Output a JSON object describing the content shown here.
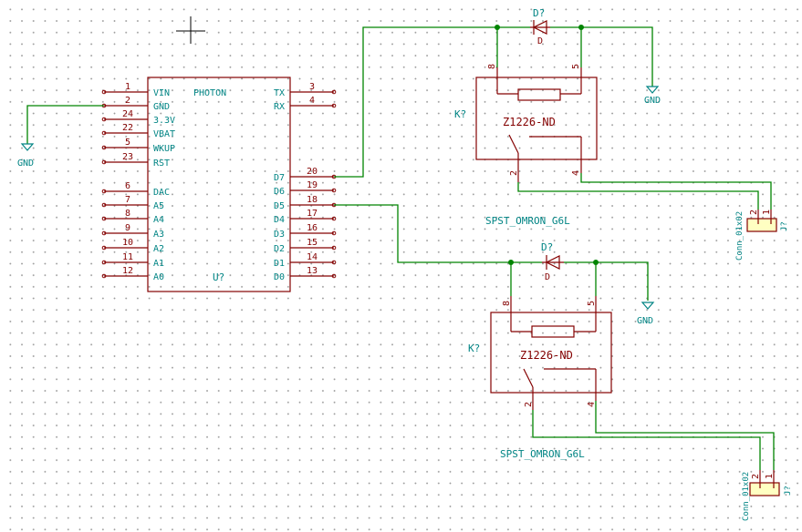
{
  "schematic": {
    "ic": {
      "ref": "U?",
      "value": "PHOTON",
      "left_pins": [
        {
          "num": "1",
          "name": "VIN"
        },
        {
          "num": "2",
          "name": "GND"
        },
        {
          "num": "24",
          "name": "3.3V"
        },
        {
          "num": "22",
          "name": "VBAT"
        },
        {
          "num": "5",
          "name": "WKUP"
        },
        {
          "num": "23",
          "name": "RST"
        },
        {
          "num": "6",
          "name": "DAC"
        },
        {
          "num": "7",
          "name": "A5"
        },
        {
          "num": "8",
          "name": "A4"
        },
        {
          "num": "9",
          "name": "A3"
        },
        {
          "num": "10",
          "name": "A2"
        },
        {
          "num": "11",
          "name": "A1"
        },
        {
          "num": "12",
          "name": "A0"
        }
      ],
      "right_pins": [
        {
          "num": "3",
          "name": "TX"
        },
        {
          "num": "4",
          "name": "RX"
        },
        {
          "num": "20",
          "name": "D7"
        },
        {
          "num": "19",
          "name": "D6"
        },
        {
          "num": "18",
          "name": "D5"
        },
        {
          "num": "17",
          "name": "D4"
        },
        {
          "num": "16",
          "name": "D3"
        },
        {
          "num": "15",
          "name": "D2"
        },
        {
          "num": "14",
          "name": "D1"
        },
        {
          "num": "13",
          "name": "D0"
        }
      ]
    },
    "relays": [
      {
        "ref": "K?",
        "coil": "Z1226-ND",
        "value": "SPST_OMRON_G6L",
        "pins": [
          "8",
          "5",
          "2",
          "4"
        ]
      },
      {
        "ref": "K?",
        "coil": "Z1226-ND",
        "value": "SPST_OMRON_G6L",
        "pins": [
          "8",
          "5",
          "2",
          "4"
        ]
      }
    ],
    "diodes": [
      {
        "ref": "D?",
        "value": "D"
      },
      {
        "ref": "D?",
        "value": "D"
      }
    ],
    "connectors": [
      {
        "ref": "J?",
        "value": "Conn_01x02",
        "pins": [
          "2",
          "1"
        ]
      },
      {
        "ref": "J?",
        "value": "Conn_01x02",
        "pins": [
          "2",
          "1"
        ]
      }
    ],
    "grounds": [
      "GND",
      "GND",
      "GND"
    ]
  }
}
